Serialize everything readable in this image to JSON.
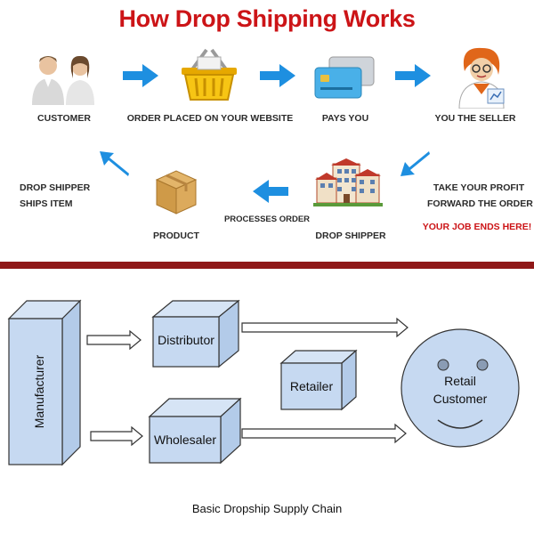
{
  "top": {
    "title": "How Drop Shipping Works",
    "labels": {
      "customer": "CUSTOMER",
      "order_placed": "ORDER PLACED ON YOUR WEBSITE",
      "pays_you": "PAYS YOU",
      "you_the_seller": "YOU THE SELLER",
      "take_profit": "TAKE YOUR PROFIT",
      "forward_order": "FORWARD THE ORDER",
      "job_ends": "YOUR JOB ENDS HERE!",
      "drop_shipper": "DROP SHIPPER",
      "processes_order": "PROCESSES ORDER",
      "product": "PRODUCT",
      "ds_ships_line1": "DROP SHIPPER",
      "ds_ships_line2": "SHIPS ITEM"
    }
  },
  "bottom": {
    "nodes": {
      "manufacturer": "Manufacturer",
      "distributor": "Distributor",
      "retailer": "Retailer",
      "wholesaler": "Wholesaler",
      "retail_customer_line1": "Retail",
      "retail_customer_line2": "Customer"
    },
    "caption": "Basic Dropship Supply Chain"
  },
  "colors": {
    "title_red": "#cc1417",
    "arrow_blue": "#1e8fe0",
    "divider": "#8f1818",
    "box_fill": "#c6d9f1",
    "box_stroke": "#333333"
  }
}
